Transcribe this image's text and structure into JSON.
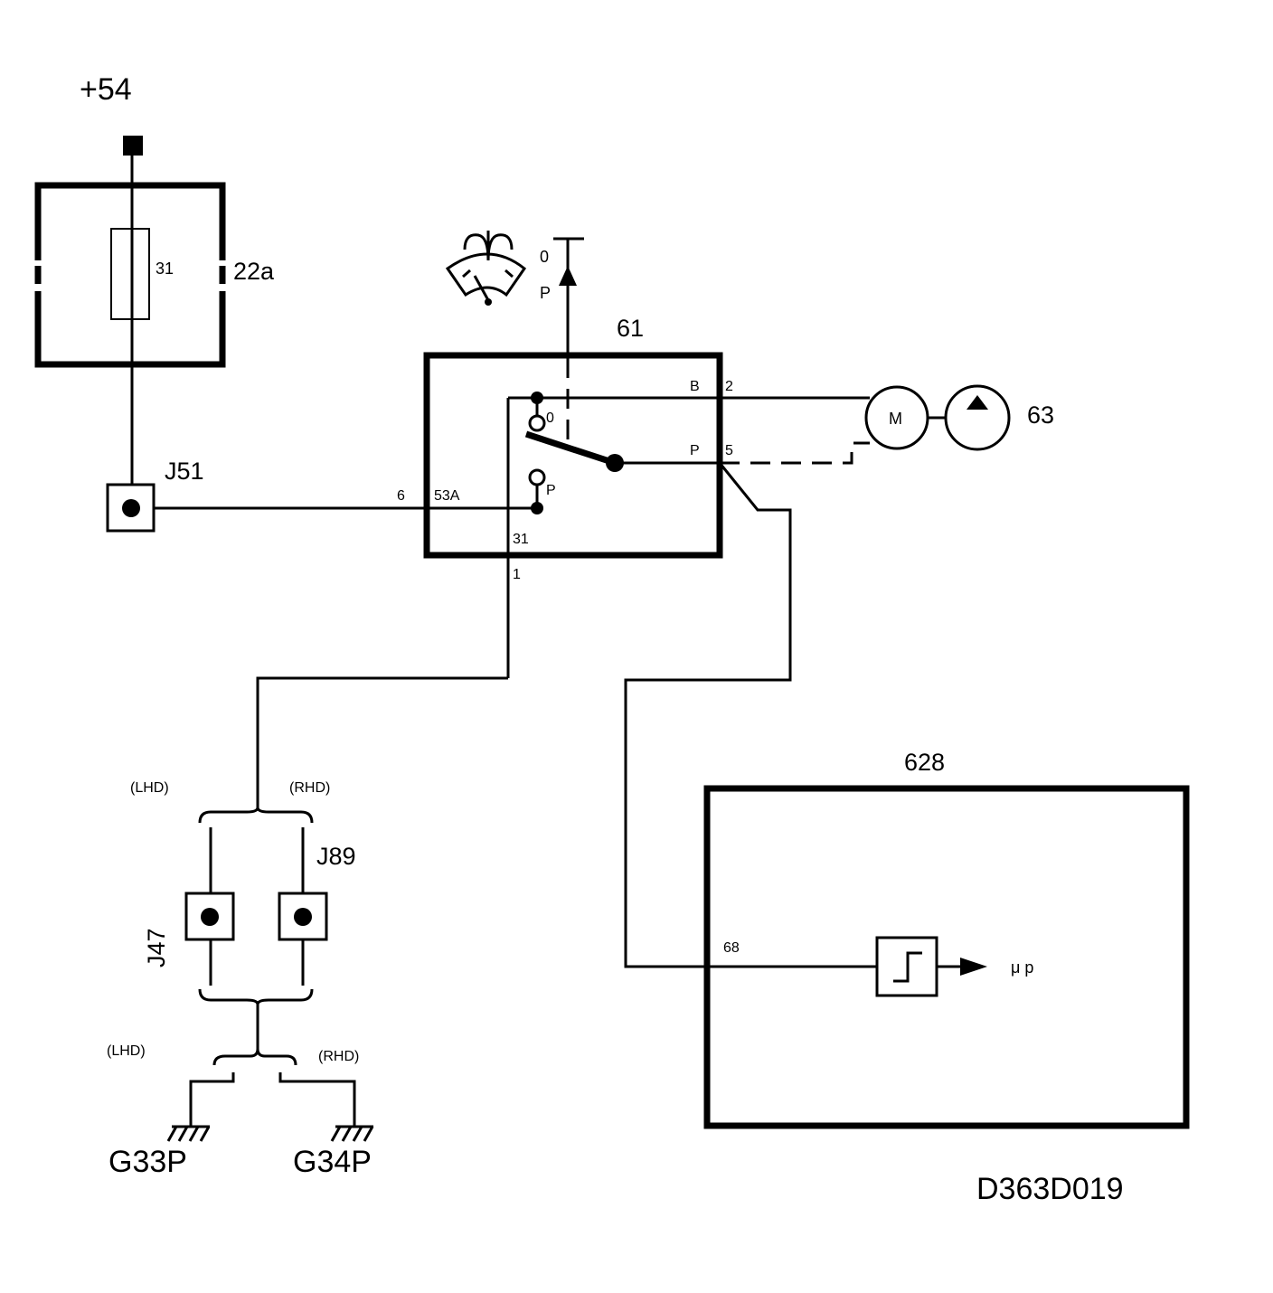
{
  "supply": {
    "label": "+54"
  },
  "fuse_box": {
    "label": "22a",
    "fuse_number": "31"
  },
  "connector_j51": {
    "label": "J51"
  },
  "switch_61": {
    "label": "61",
    "pins": {
      "pin_6": "6",
      "pin_53a": "53A",
      "pin_31": "31",
      "pin_1": "1",
      "pin_b": "B",
      "pin_2": "2",
      "pin_p": "P",
      "pin_5": "5"
    },
    "contacts": {
      "zero": "0",
      "park": "P"
    }
  },
  "wiper_switch_symbol": {
    "pos_0": "0",
    "pos_p": "P"
  },
  "motor": {
    "symbol": "M",
    "pump_label": "63"
  },
  "module_628": {
    "label": "628",
    "pin_68": "68",
    "output_label": "μ p"
  },
  "harness": {
    "lhd_upper": "(LHD)",
    "rhd_upper": "(RHD)",
    "lhd_lower": "(LHD)",
    "rhd_lower": "(RHD)"
  },
  "connectors": {
    "j47": "J47",
    "j89": "J89"
  },
  "grounds": {
    "g33p": "G33P",
    "g34p": "G34P"
  },
  "drawing_id": "D363D019",
  "icons": [
    "wiper-icon",
    "ground-icon",
    "motor-icon",
    "pump-icon",
    "schmitt-trigger-icon"
  ]
}
